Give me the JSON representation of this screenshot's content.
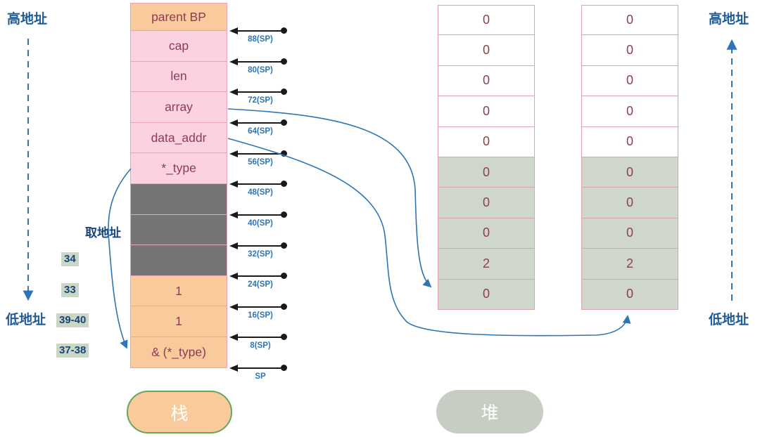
{
  "labels": {
    "high_address_left": "高地址",
    "low_address_left": "低地址",
    "high_address_right": "高地址",
    "low_address_right": "低地址",
    "take_address": "取地址"
  },
  "line_numbers": [
    "34",
    "33",
    "39-40",
    "37-38"
  ],
  "stack": {
    "badge": "栈",
    "rows": [
      {
        "label": "parent BP",
        "style": "orange"
      },
      {
        "label": "cap",
        "style": "pink"
      },
      {
        "label": "len",
        "style": "pink"
      },
      {
        "label": "array",
        "style": "pink"
      },
      {
        "label": "data_addr",
        "style": "pink"
      },
      {
        "label": "*_type",
        "style": "pink"
      },
      {
        "label": "",
        "style": "gray"
      },
      {
        "label": "",
        "style": "gray"
      },
      {
        "label": "",
        "style": "gray"
      },
      {
        "label": "1",
        "style": "orange"
      },
      {
        "label": "1",
        "style": "orange"
      },
      {
        "label": "& (*_type)",
        "style": "orange"
      }
    ],
    "sp_offsets": [
      "88(SP)",
      "80(SP)",
      "72(SP)",
      "64(SP)",
      "56(SP)",
      "48(SP)",
      "40(SP)",
      "32(SP)",
      "24(SP)",
      "16(SP)",
      "8(SP)",
      "SP"
    ]
  },
  "heap": {
    "badge": "堆",
    "left_column": [
      "0",
      "0",
      "0",
      "0",
      "0",
      "0",
      "0",
      "0",
      "2",
      "0"
    ],
    "right_column": [
      "0",
      "0",
      "0",
      "0",
      "0",
      "0",
      "0",
      "0",
      "2",
      "0"
    ],
    "gray_from_index": 5
  },
  "colors": {
    "accent_blue": "#2E75B6",
    "label_blue": "#1F5C97",
    "stack_orange": "#F9CB9C",
    "stack_pink": "#FBD2DE",
    "stack_gray": "#757575",
    "stack_border": "#E8A3B8",
    "stack_text": "#8D3B55",
    "heap_gray": "#CFD6CB",
    "heap_border": "#DCA3AD",
    "heap_text": "#8E4048",
    "linenum_bg": "#C9D7C4",
    "badge_green_border": "#67A757",
    "badge_heap_bg": "#C6CEC3",
    "arrow_black": "#1a1a1a"
  }
}
